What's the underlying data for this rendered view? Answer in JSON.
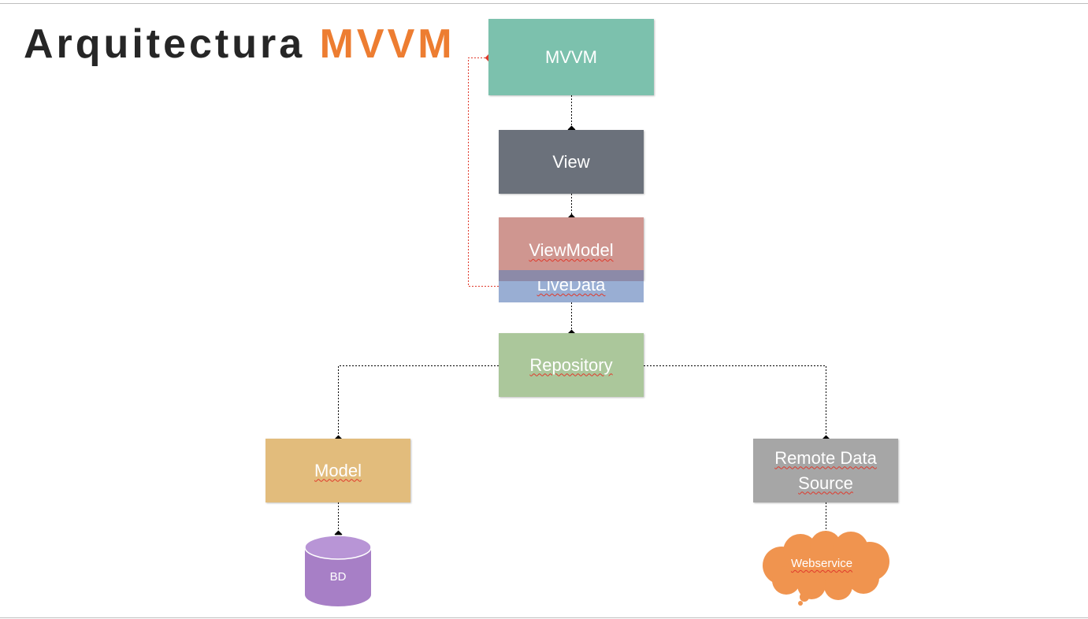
{
  "title": {
    "main": "Arquitectura",
    "accent": "MVVM"
  },
  "nodes": {
    "mvvm": "MVVM",
    "view": "View",
    "viewmodel": "ViewModel",
    "livedata": "LiveData",
    "repository": "Repository",
    "model": "Model",
    "remote_data_source": "Remote Data Source",
    "bd": "BD",
    "webservice": "Webservice"
  },
  "colors": {
    "accent": "#ed7d31",
    "mvvm": "#7cc1ad",
    "view": "#6b717b",
    "viewmodel": "#cf9690",
    "livedata": "#99aed3",
    "repository": "#abc79b",
    "model": "#e2bc7c",
    "remote_data_source": "#a6a6a6",
    "bd": "#a77fc6",
    "webservice": "#f0944f",
    "connector": "#000000",
    "feedback_connector": "#e0392b"
  }
}
